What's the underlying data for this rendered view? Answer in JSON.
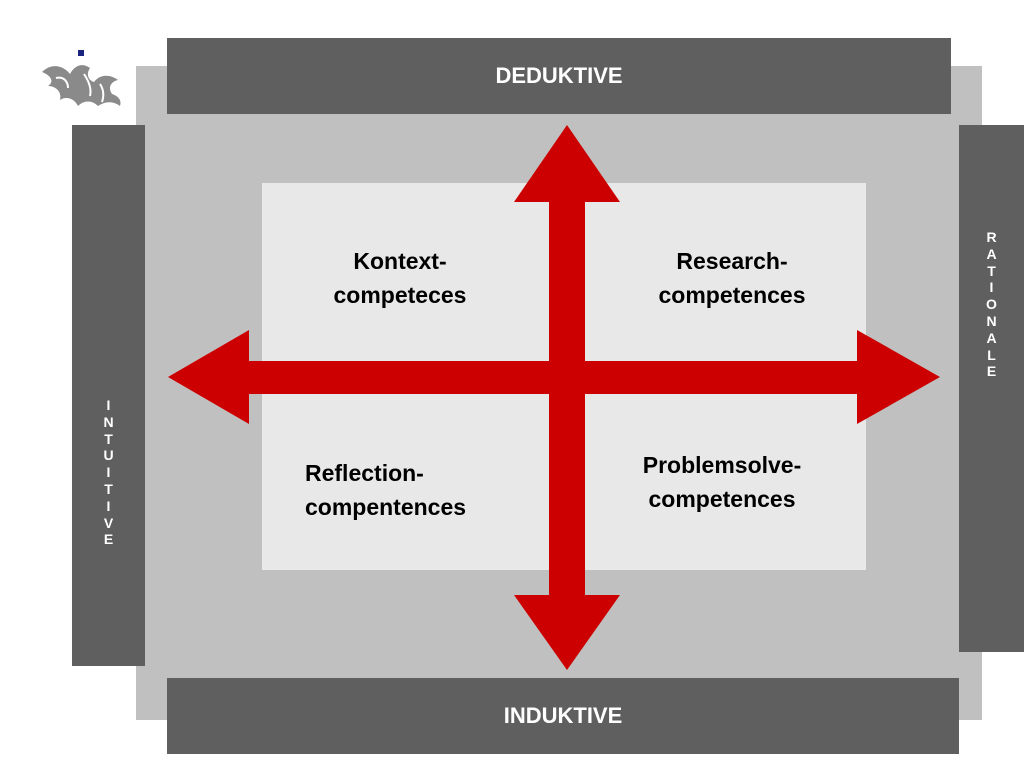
{
  "labels": {
    "top": "DEDUKTIVE",
    "bottom": "INDUKTIVE",
    "left": "INTUITIVE",
    "right": "RATIONALE"
  },
  "quadrants": {
    "top_left": {
      "line1": "Kontext-",
      "line2": "competeces"
    },
    "top_right": {
      "line1": "Research-",
      "line2": "competences"
    },
    "bottom_left": {
      "line1": "Reflection-",
      "line2": "compentences"
    },
    "bottom_right": {
      "line1": "Problemsolve-",
      "line2": "competences"
    }
  },
  "colors": {
    "bars": "#5f5f5f",
    "backdrop": "#c0c0c0",
    "panel": "#e8e8e8",
    "arrows": "#cc0000",
    "logo_gray": "#8a8a8a",
    "logo_squares": "#1a237e"
  },
  "icons": {
    "logo": "flame-logo-icon"
  }
}
